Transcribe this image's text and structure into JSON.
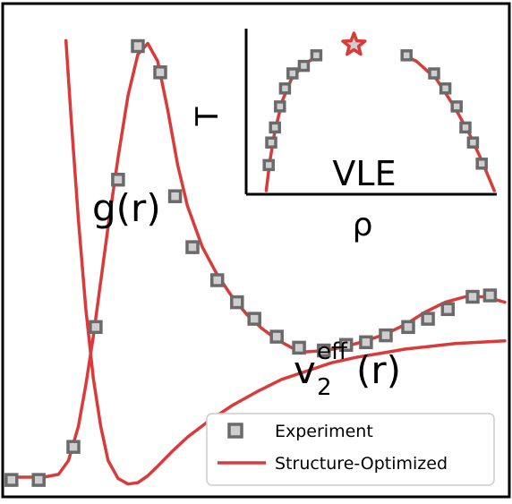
{
  "chart_data": [
    {
      "type": "line",
      "colors": {
        "fit": "#d93b3b",
        "experiment_edge": "#6a6a6a",
        "experiment_fill": "#cfcfcf"
      },
      "annotations": {
        "gr": "g(r)",
        "veff_main": "v",
        "veff_sub": "2",
        "veff_sup": "eff",
        "veff_tail": "(r)"
      },
      "legend": {
        "placement": "bottom-right",
        "entries": [
          {
            "label": "Experiment",
            "marker": "square"
          },
          {
            "label": "Structure-Optimized",
            "marker": "line"
          }
        ]
      },
      "x_range": [
        0,
        10
      ],
      "y_range": [
        -0.3,
        3.1
      ],
      "series": [
        {
          "role": "g(r) experiment",
          "marker": "square",
          "x": [
            0.05,
            0.6,
            1.3,
            1.75,
            2.2,
            2.6,
            3.05,
            3.35,
            3.7,
            4.2,
            4.6,
            4.95,
            5.4,
            5.85,
            6.35,
            6.8,
            7.2,
            7.6,
            8.05,
            8.45,
            8.85,
            9.35,
            9.7
          ],
          "y": [
            -0.19,
            -0.19,
            0.05,
            0.92,
            1.99,
            2.96,
            2.77,
            1.87,
            1.5,
            1.26,
            1.1,
            0.98,
            0.85,
            0.77,
            0.75,
            0.79,
            0.81,
            0.86,
            0.92,
            0.98,
            1.05,
            1.14,
            1.15
          ]
        },
        {
          "role": "g(r) fit",
          "marker": "line",
          "x": [
            0.0,
            0.7,
            1.0,
            1.2,
            1.4,
            1.55,
            1.7,
            1.85,
            2.0,
            2.2,
            2.4,
            2.6,
            2.8,
            3.0,
            3.2,
            3.4,
            3.6,
            3.9,
            4.2,
            4.5,
            4.8,
            5.1,
            5.4,
            5.7,
            6.0,
            6.4,
            6.8,
            7.2,
            7.6,
            8.0,
            8.4,
            8.8,
            9.2,
            9.6,
            10.0
          ],
          "y": [
            -0.17,
            -0.17,
            -0.15,
            -0.05,
            0.2,
            0.5,
            0.85,
            1.25,
            1.65,
            2.15,
            2.6,
            2.9,
            2.98,
            2.85,
            2.5,
            2.1,
            1.8,
            1.5,
            1.3,
            1.14,
            1.01,
            0.91,
            0.83,
            0.77,
            0.74,
            0.75,
            0.78,
            0.82,
            0.87,
            0.94,
            1.03,
            1.1,
            1.14,
            1.14,
            1.1
          ]
        },
        {
          "role": "v2eff(r) fit",
          "marker": "line",
          "x": [
            1.15,
            1.25,
            1.4,
            1.55,
            1.7,
            1.85,
            2.0,
            2.2,
            2.4,
            2.6,
            2.8,
            3.0,
            3.3,
            3.6,
            4.0,
            4.5,
            5.0,
            5.5,
            6.0,
            6.5,
            7.0,
            7.5,
            8.0,
            8.5,
            9.0,
            9.5,
            10.0
          ],
          "y": [
            3.0,
            2.45,
            1.7,
            1.05,
            0.55,
            0.2,
            -0.05,
            -0.18,
            -0.22,
            -0.21,
            -0.16,
            -0.09,
            0.02,
            0.12,
            0.23,
            0.35,
            0.45,
            0.54,
            0.6,
            0.66,
            0.7,
            0.73,
            0.76,
            0.78,
            0.8,
            0.81,
            0.82
          ]
        }
      ]
    },
    {
      "type": "scatter",
      "inset": true,
      "xlabel": "ρ",
      "ylabel": "T",
      "annotation": "VLE",
      "x_range": [
        0,
        10
      ],
      "y_range": [
        0,
        10
      ],
      "series": [
        {
          "role": "coexistence experiment",
          "marker": "square",
          "x": [
            0.9,
            1.0,
            1.15,
            1.35,
            1.55,
            1.85,
            2.3,
            2.8,
            6.4,
            7.5,
            7.95,
            8.4,
            8.75,
            9.05,
            9.4
          ],
          "y": [
            1.7,
            3.2,
            4.2,
            5.6,
            6.8,
            7.8,
            8.3,
            9.0,
            9.0,
            7.8,
            6.8,
            5.6,
            4.2,
            3.2,
            1.8
          ]
        },
        {
          "role": "critical point",
          "marker": "star",
          "x": [
            4.3
          ],
          "y": [
            9.7
          ]
        },
        {
          "role": "coexistence fit left",
          "marker": "line",
          "x": [
            0.8,
            0.95,
            1.15,
            1.45,
            1.8,
            2.3,
            2.8
          ],
          "y": [
            0.0,
            2.0,
            4.0,
            6.0,
            7.4,
            8.4,
            8.9
          ]
        },
        {
          "role": "coexistence fit right",
          "marker": "line",
          "x": [
            6.3,
            6.8,
            7.6,
            8.3,
            8.9,
            9.4,
            9.9
          ],
          "y": [
            9.0,
            8.6,
            7.4,
            5.6,
            3.8,
            2.0,
            0.0
          ]
        }
      ]
    }
  ]
}
